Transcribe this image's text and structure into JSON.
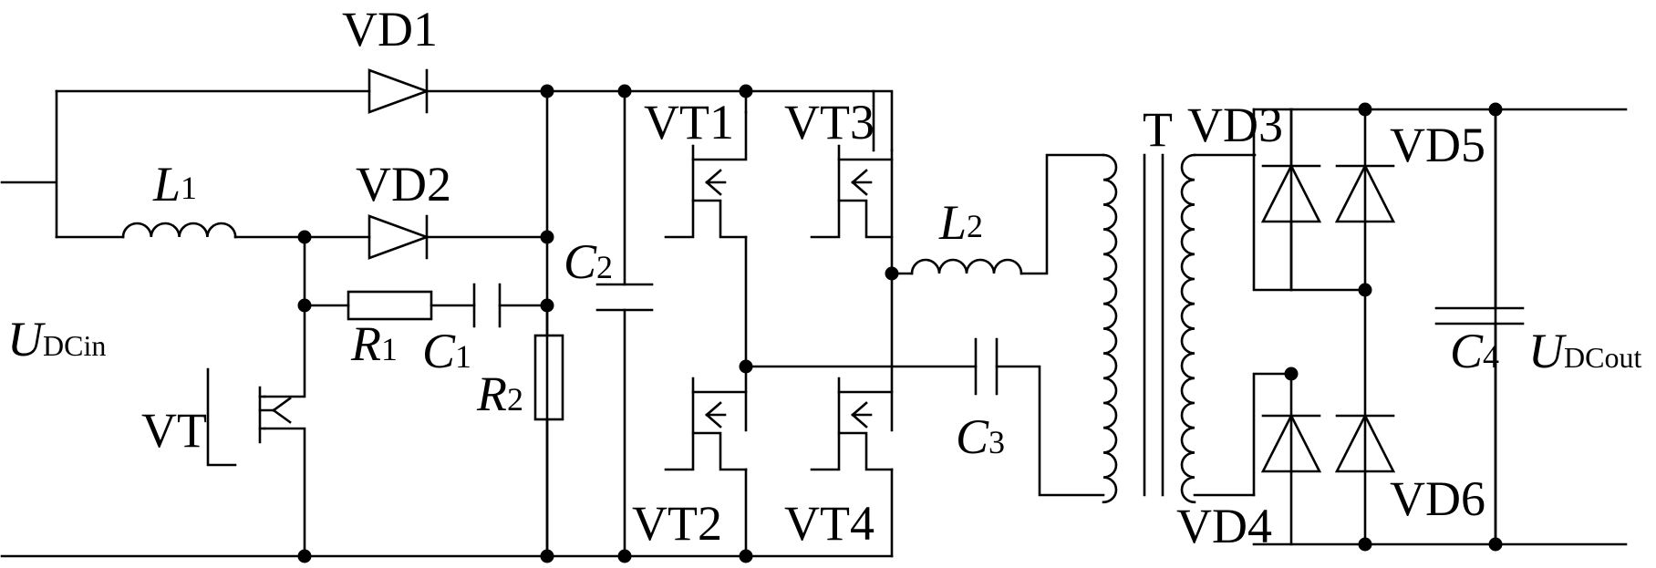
{
  "labels": {
    "vd1": "VD1",
    "vd2": "VD2",
    "vd3": "VD3",
    "vd4": "VD4",
    "vd5": "VD5",
    "vd6": "VD6",
    "vt": "VT",
    "vt1": "VT1",
    "vt2": "VT2",
    "vt3": "VT3",
    "vt4": "VT4",
    "t": "T",
    "l1": {
      "main": "L",
      "sub": "1"
    },
    "l2": {
      "main": "L",
      "sub": "2"
    },
    "c1": {
      "main": "C",
      "sub": "1"
    },
    "c2": {
      "main": "C",
      "sub": "2"
    },
    "c3": {
      "main": "C",
      "sub": "3"
    },
    "c4": {
      "main": "C",
      "sub": "4"
    },
    "r1": {
      "main": "R",
      "sub": "1"
    },
    "r2": {
      "main": "R",
      "sub": "2"
    },
    "udc_in": {
      "main": "U",
      "sub": "DCin"
    },
    "udc_out": {
      "main": "U",
      "sub": "DCout"
    }
  }
}
